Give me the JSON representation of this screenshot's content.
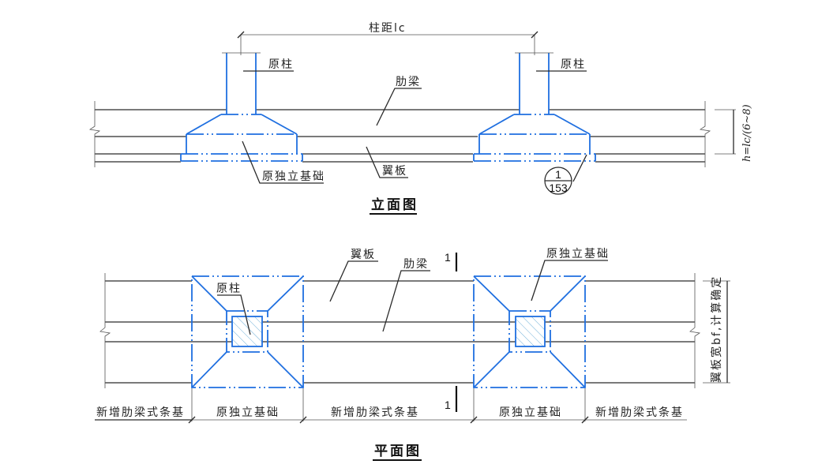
{
  "elevation": {
    "title": "立面图",
    "dimension_top": "柱距lc",
    "labels": {
      "column_left": "原柱",
      "column_right": "原柱",
      "rib_beam": "肋梁",
      "flange": "翼板",
      "isolated_footing": "原独立基础"
    },
    "height_dimension": "h=lc/(6~8)",
    "detail_callout": {
      "number": "1",
      "sheet": "153"
    }
  },
  "plan": {
    "title": "平面图",
    "labels": {
      "flange": "翼板",
      "rib_beam": "肋梁",
      "column": "原柱",
      "isolated_footing": "原独立基础"
    },
    "section_mark": "1",
    "width_dimension": "翼板宽bf,计算确定",
    "segments": [
      "新增肋梁式条基",
      "原独立基础",
      "新增肋梁式条基",
      "原独立基础",
      "新增肋梁式条基"
    ]
  },
  "colors": {
    "existing_structure": "#1f6fe0",
    "new_structure": "#2a2a2a"
  }
}
